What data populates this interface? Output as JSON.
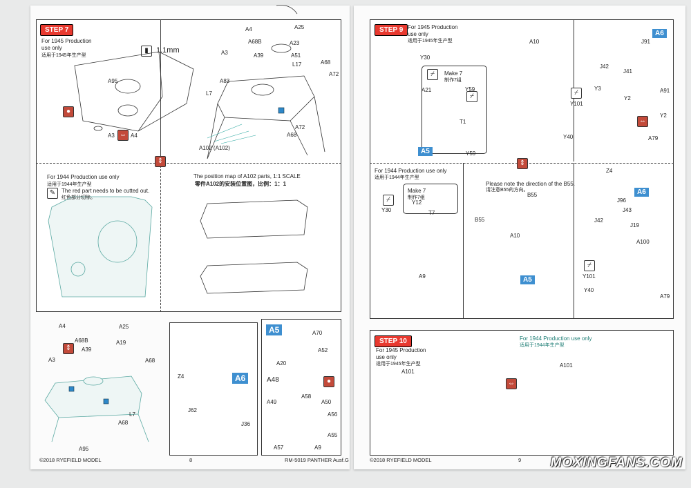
{
  "left_page": {
    "step7": {
      "label": "STEP 7",
      "note_en": "For 1945 Production use only",
      "note_zh": "适用于1945年生产型",
      "drill": "1.1mm",
      "parts": [
        "A95",
        "A3",
        "A4",
        "A4",
        "A25",
        "A68B",
        "A23",
        "A3",
        "A39",
        "A51",
        "L17",
        "A68",
        "A72",
        "A83",
        "L7",
        "A72",
        "A68",
        "A102 (A102)"
      ]
    },
    "variant1944": {
      "note_en": "For 1944 Production use only",
      "note_zh": "适用于1944年生产型",
      "cut_en": "The red part needs to be cutted out.",
      "cut_zh": "红色部分切除。"
    },
    "position_map": {
      "title_en": "The position map of A102 parts, 1:1 SCALE",
      "title_zh": "零件A102的安装位置图，比例：1：1"
    },
    "bottom_left": {
      "parts": [
        "A4",
        "A25",
        "A68B",
        "A19",
        "A39",
        "A3",
        "A68",
        "L7",
        "A68",
        "A95"
      ]
    },
    "bottom_mid": {
      "tag": "A6",
      "parts": [
        "Z4",
        "J62",
        "J36"
      ]
    },
    "bottom_right": {
      "tag": "A5",
      "parts": [
        "A70",
        "A52",
        "A20",
        "A48",
        "A58",
        "A49",
        "A50",
        "A56",
        "A57",
        "A55",
        "A9"
      ]
    },
    "footer": {
      "copyright": "©2018 RYEFIELD MODEL",
      "page": "8",
      "product": "RM-5019 PANTHER Ausf.G"
    }
  },
  "right_page": {
    "step9": {
      "label": "STEP 9",
      "note_en": "For 1945 Production use only",
      "note_zh": "适用于1945年生产型",
      "make_en": "Make 7",
      "make_zh": "制作7组",
      "parts": [
        "Y30",
        "A21",
        "Y59",
        "T1",
        "Y59",
        "A10",
        "J91",
        "J42",
        "J41",
        "Y3",
        "Y101",
        "Y2",
        "A91",
        "Y2",
        "Y40",
        "A79"
      ],
      "tag_a5": "A5",
      "tag_a6": "A6"
    },
    "variant1944": {
      "note_en": "For 1944 Production use only",
      "note_zh": "适用于1944年生产型",
      "make_en": "Make 7",
      "make_zh": "制作7组",
      "parts": [
        "Y30",
        "Y12",
        "T7",
        "A9"
      ],
      "note2_en": "Please note the direction of the B55.",
      "note2_zh": "请注意B55的方向。",
      "parts2": [
        "B55",
        "B55",
        "A10"
      ],
      "tag_a5": "A5",
      "parts3": [
        "Z4",
        "J96",
        "J43",
        "J42",
        "J19",
        "A100",
        "Y101",
        "Y40",
        "A79"
      ],
      "tag_a6": "A6"
    },
    "step10": {
      "label": "STEP 10",
      "note_en": "For 1945 Production use only",
      "note_zh": "适用于1945年生产型",
      "part": "A101",
      "alt_note_en": "For 1944 Production use only",
      "alt_note_zh": "适用于1944年生产型",
      "alt_part": "A101"
    },
    "footer": {
      "copyright": "©2018 RYEFIELD MODEL",
      "page": "9"
    },
    "watermark": "MOXINGFANS.COM"
  }
}
